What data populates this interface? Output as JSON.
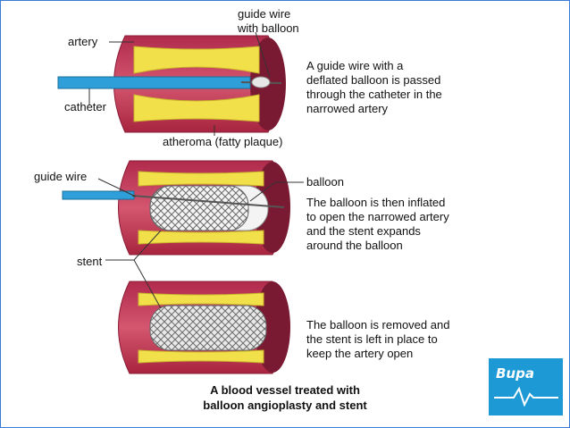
{
  "labels": {
    "guide_wire_with_balloon": [
      "guide wire",
      "with balloon"
    ],
    "artery": "artery",
    "catheter": "catheter",
    "atheroma": "atheroma (fatty plaque)",
    "guide_wire": "guide wire",
    "balloon": "balloon",
    "stent": "stent"
  },
  "descriptions": {
    "step1": [
      "A guide wire with a",
      "deflated balloon is passed",
      "through the catheter in the",
      "narrowed artery"
    ],
    "step2": [
      "The balloon is then inflated",
      "to open the narrowed artery",
      "and the stent expands",
      "around the balloon"
    ],
    "step3": [
      "The balloon is removed and",
      "the stent is left in place to",
      "keep the artery open"
    ]
  },
  "caption": [
    "A blood vessel treated with",
    "balloon angioplasty and stent"
  ],
  "logo": {
    "text": "Bupa",
    "color": "#1d9ad6"
  },
  "colors": {
    "artery_wall": "#c0395a",
    "artery_inner": "#e07a90",
    "plaque": "#f2e04a",
    "catheter": "#2e9fd8",
    "frame": "#3a7bd5"
  }
}
